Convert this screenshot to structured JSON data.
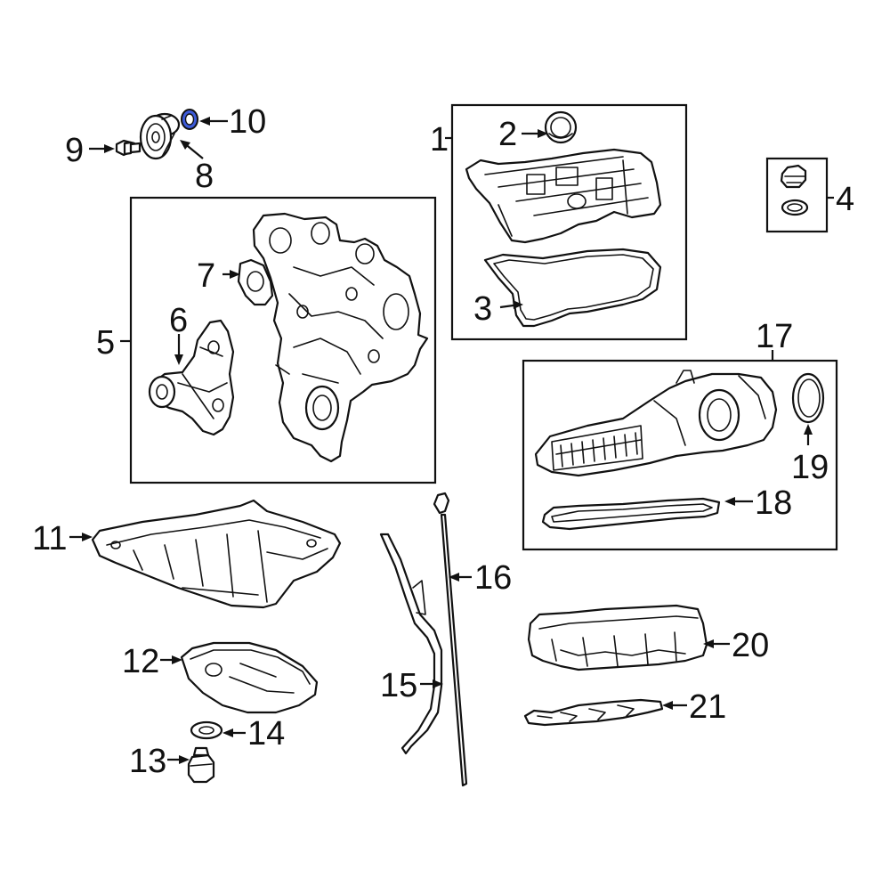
{
  "diagram": {
    "highlight_color": "#3d5bd9",
    "line_color": "#111111",
    "background": "#ffffff",
    "callouts": [
      {
        "id": "1",
        "label": "1"
      },
      {
        "id": "2",
        "label": "2"
      },
      {
        "id": "3",
        "label": "3"
      },
      {
        "id": "4",
        "label": "4"
      },
      {
        "id": "5",
        "label": "5"
      },
      {
        "id": "6",
        "label": "6"
      },
      {
        "id": "7",
        "label": "7"
      },
      {
        "id": "8",
        "label": "8"
      },
      {
        "id": "9",
        "label": "9"
      },
      {
        "id": "10",
        "label": "10"
      },
      {
        "id": "11",
        "label": "11"
      },
      {
        "id": "12",
        "label": "12"
      },
      {
        "id": "13",
        "label": "13"
      },
      {
        "id": "14",
        "label": "14"
      },
      {
        "id": "15",
        "label": "15"
      },
      {
        "id": "16",
        "label": "16"
      },
      {
        "id": "17",
        "label": "17"
      },
      {
        "id": "18",
        "label": "18"
      },
      {
        "id": "19",
        "label": "19"
      },
      {
        "id": "20",
        "label": "20"
      },
      {
        "id": "21",
        "label": "21"
      }
    ]
  }
}
